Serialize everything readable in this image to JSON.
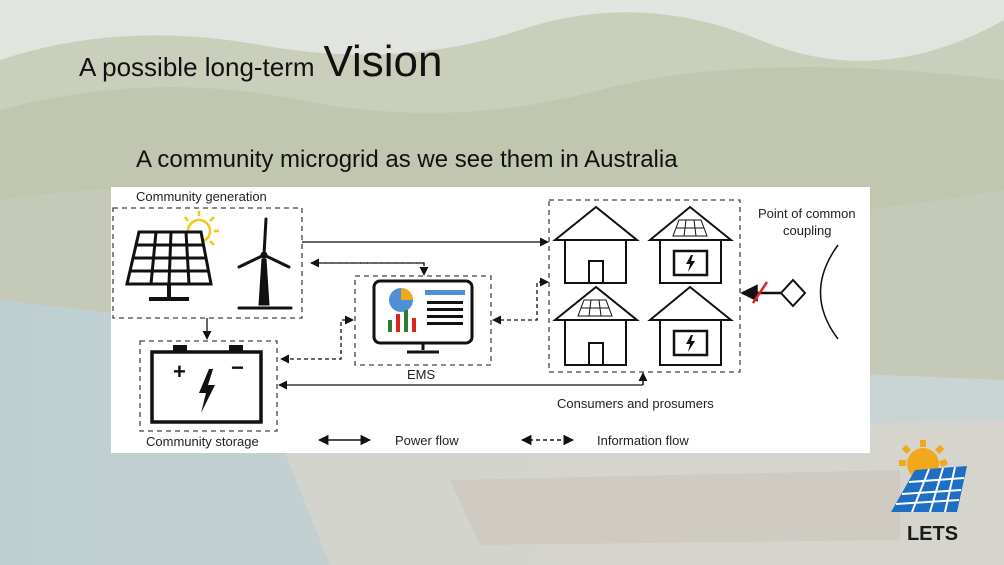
{
  "title": {
    "prefix": "A possible long-term",
    "emphasis": "Vision"
  },
  "subtitle": "A community microgrid as we see them in Australia",
  "diagram": {
    "labels": {
      "generation": "Community generation",
      "storage": "Community storage",
      "ems": "EMS",
      "consumers": "Consumers and prosumers",
      "pcc_line1": "Point of common",
      "pcc_line2": "coupling"
    },
    "legend": {
      "power": "Power flow",
      "information": "Information flow"
    }
  },
  "logo": {
    "text": "LETS"
  },
  "colors": {
    "logo_blue": "#1e6fc4",
    "logo_sun": "#f2a81d",
    "breaker_red": "#e0231b",
    "sun_yellow": "#f5c518"
  }
}
